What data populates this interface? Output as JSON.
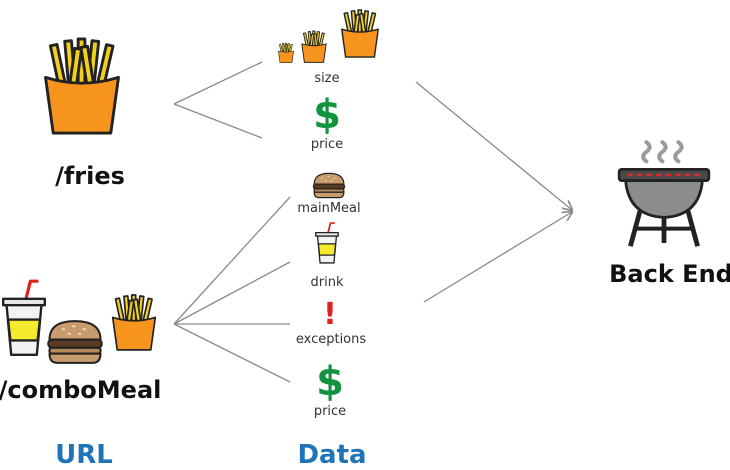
{
  "colors": {
    "heading": "#1f73b7",
    "fry_box": "#f7941d",
    "fry_stick": "#f4d01e",
    "outline": "#222222",
    "money": "#12933f",
    "alert": "#e0201b",
    "grill_body": "#8c8c8c",
    "grill_rim": "#444444",
    "grill_accent": "#d7282f",
    "connector": "#8a8a8a"
  },
  "columns": {
    "url_heading": "URL",
    "data_heading": "Data",
    "backend_label": "Back End"
  },
  "endpoints": [
    {
      "id": "fries",
      "label": "/fries",
      "icons": [
        "fries-icon"
      ]
    },
    {
      "id": "combo",
      "label": "/comboMeal",
      "icons": [
        "drink-icon",
        "burger-icon",
        "fries-icon"
      ]
    }
  ],
  "fries_data": [
    {
      "label": "size",
      "icon": "fries-sizes-icon"
    },
    {
      "label": "price",
      "icon": "dollar-icon",
      "symbol": "$"
    }
  ],
  "combo_data": [
    {
      "label": "mainMeal",
      "icon": "burger-icon"
    },
    {
      "label": "drink",
      "icon": "drink-icon"
    },
    {
      "label": "exceptions",
      "icon": "exclamation-icon",
      "symbol": "!"
    },
    {
      "label": "price",
      "icon": "dollar-icon",
      "symbol": "$"
    }
  ]
}
